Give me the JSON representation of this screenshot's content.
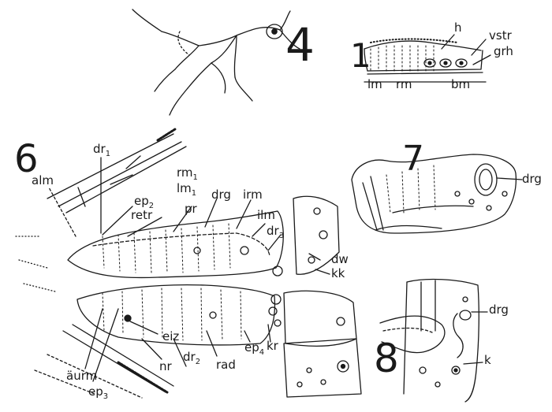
{
  "figures": {
    "fig4": {
      "number": "4"
    },
    "fig1": {
      "number": "1",
      "labels": [
        "h",
        "vstr",
        "grh",
        "lm",
        "rm",
        "bm"
      ]
    },
    "fig6": {
      "number": "6",
      "labels": {
        "dr1": "dr",
        "dr1_sub": "1",
        "alm": "alm",
        "rm1": "rm",
        "rm1_sub": "1",
        "lm1": "lm",
        "lm1_sub": "1",
        "ep2": "ep",
        "ep2_sub": "2",
        "retr": "retr",
        "pr": "pr",
        "drg": "drg",
        "irm": "irm",
        "ilm": "ilm",
        "dr3": "dr",
        "dr3_sub": "3",
        "dw": "dw",
        "kk": "kk",
        "kr": "kr",
        "ep4": "ep",
        "ep4_sub": "4",
        "rad": "rad",
        "dr2": "dr",
        "dr2_sub": "2",
        "eiz": "eiz",
        "nr": "nr",
        "aurm": "äurm",
        "ep3": "ep",
        "ep3_sub": "3"
      }
    },
    "fig7": {
      "number": "7",
      "labels": [
        "drg"
      ]
    },
    "fig8": {
      "number": "8",
      "labels": [
        "drg",
        "k"
      ]
    }
  }
}
